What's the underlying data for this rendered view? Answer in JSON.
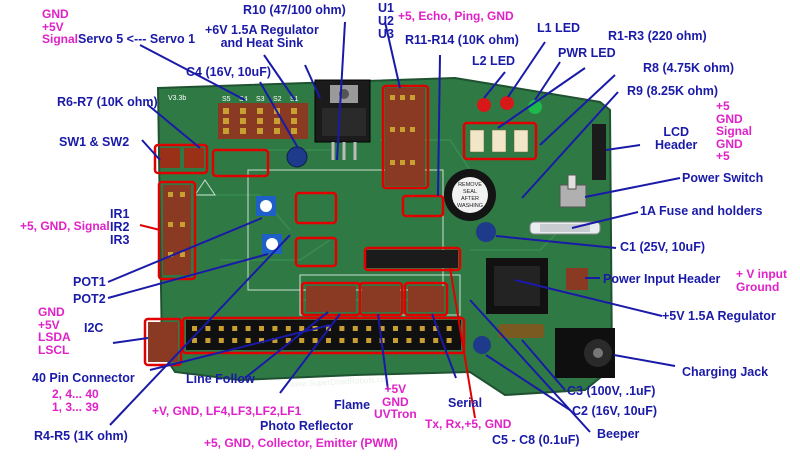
{
  "colors": {
    "board": "#2f7a44",
    "board_dark": "#225c33",
    "highlight": "#e00000",
    "callout_blue": "#1a1aa8",
    "callout_pink": "#e020c8",
    "header_brown": "#8a3a22",
    "pin_gold": "#c8a032"
  },
  "board_text": {
    "website": "www.SuperDroidRobots.com",
    "version": "V3.3b",
    "servo_labels": [
      "S5",
      "S4",
      "S3",
      "S2",
      "S1"
    ],
    "beeper_text": [
      "REMOVE",
      "SEAL",
      "AFTER",
      "WASHING"
    ]
  },
  "callouts": {
    "gnd_5v_signal_top": [
      "GND",
      "+5V",
      "Signal"
    ],
    "servo": "Servo 5 <--- Servo 1",
    "r10": "R10 (47/100 ohm)",
    "regulator_heatsink": [
      "+6V 1.5A Regulator",
      "and Heat Sink"
    ],
    "c4": "C4 (16V, 10uF)",
    "u": [
      "U1",
      "U2",
      "U3"
    ],
    "echo": "+5, Echo, Ping, GND",
    "r11": "R11-R14 (10K ohm)",
    "l1": "L1 LED",
    "r1": "R1-R3 (220 ohm)",
    "l2": "L2 LED",
    "pwr": "PWR LED",
    "r8": "R8 (4.75K ohm)",
    "r9": "R9 (8.25K ohm)",
    "r6": "R6-R7 (10K ohm)",
    "lcd_pins": [
      "+5",
      "GND",
      "Signal",
      "GND",
      "+5"
    ],
    "lcd": [
      "LCD",
      "Header"
    ],
    "sw": "SW1 & SW2",
    "power_switch": "Power Switch",
    "fuse": "1A Fuse and holders",
    "ir_pins": "+5, GND, Signal",
    "ir": [
      "IR1",
      "IR2",
      "IR3"
    ],
    "c1": "C1 (25V, 10uF)",
    "pot1": "POT1",
    "pot2": "POT2",
    "power_input": "Power Input Header",
    "v_input": [
      "+ V input",
      "Ground"
    ],
    "i2c_pins": [
      "GND",
      "+5V",
      "LSDA",
      "LSCL"
    ],
    "i2c": "I2C",
    "reg5": "+5V 1.5A Regulator",
    "conn40": "40 Pin Connector",
    "conn40_pins": [
      "2, 4... 40",
      "1, 3... 39"
    ],
    "line_follow": "Line Follow",
    "line_follow_pins": "+V, GND, LF4,LF3,LF2,LF1",
    "flame_pins": [
      "+5V",
      "GND",
      "UVTron"
    ],
    "flame": "Flame",
    "serial": "Serial",
    "serial_pins": "Tx, Rx,+5, GND",
    "charging": "Charging Jack",
    "c3": "C3 (100V, .1uF)",
    "c2": "C2 (16V, 10uF)",
    "photo": "Photo Reflector",
    "photo_pins": "+5, GND, Collector, Emitter (PWM)",
    "r4": "R4-R5 (1K ohm)",
    "c5": "C5 - C8 (0.1uF)",
    "beeper": "Beeper"
  }
}
